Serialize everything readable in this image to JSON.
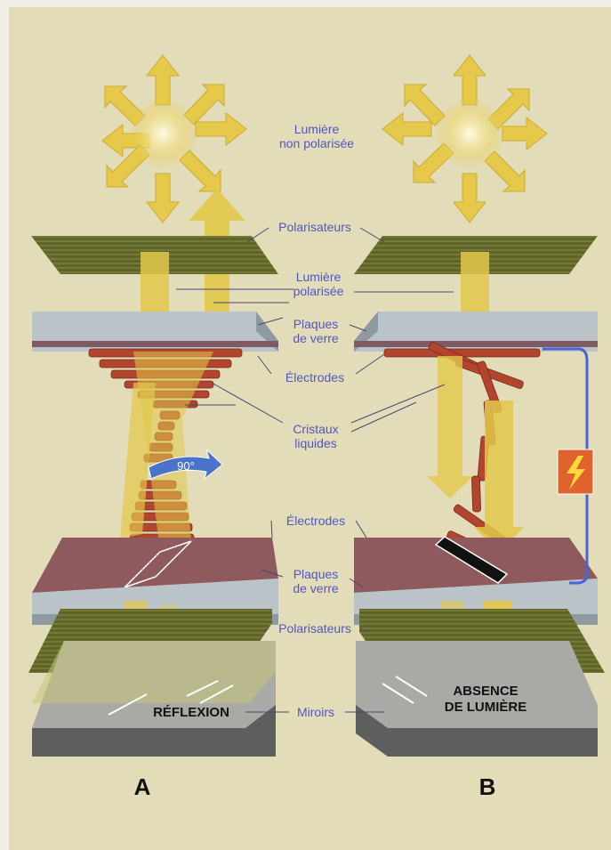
{
  "labels": {
    "unpolarized_light": [
      "Lumière",
      "non polarisée"
    ],
    "polarizers_top": "Polarisateurs",
    "polarized_light": [
      "Lumière",
      "polarisée"
    ],
    "glass_plates_top": [
      "Plaques",
      "de verre"
    ],
    "electrodes_top": "Électrodes",
    "liquid_crystals": [
      "Cristaux",
      "liquides"
    ],
    "electrodes_bottom": "Électrodes",
    "glass_plates_bottom": [
      "Plaques",
      "de verre"
    ],
    "polarizers_bottom": "Polarisateurs",
    "mirrors": "Miroirs",
    "rotation": "90°",
    "reflection": "RÉFLEXION",
    "no_light": [
      "ABSENCE",
      "DE LUMIÈRE"
    ]
  },
  "panels": [
    "A",
    "B"
  ],
  "colors": {
    "background": "#f1efe6",
    "frame": "#e3dcb8",
    "label": "#5157c4",
    "light": "#e2c84a",
    "polarizer": "#5a6028",
    "glass": "#b9c3c8",
    "electrode": "#8e5a5e",
    "crystal": "#b2452d",
    "circuit": "#4a63d6",
    "battery": "#e0622d",
    "mirror": "#a9aaa5"
  }
}
